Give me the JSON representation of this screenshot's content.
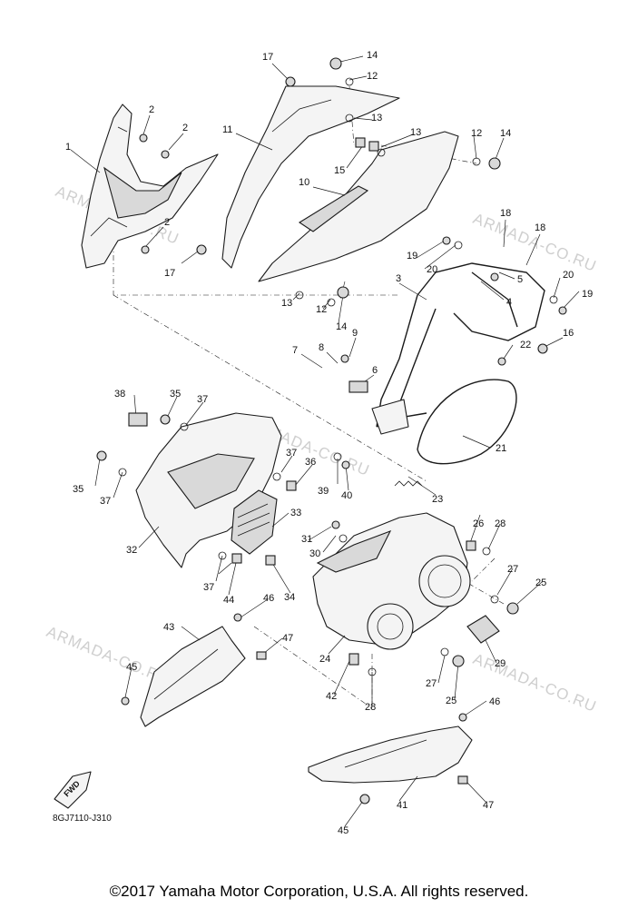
{
  "watermark": "ARMADA-CO.RU",
  "diagram_code": "8GJ7110-J310",
  "fwd_label": "FWD",
  "copyright": "©2017 Yamaha Motor Corporation, U.S.A. All rights reserved.",
  "callouts": [
    {
      "id": "c-1",
      "text": "1"
    },
    {
      "id": "c-2a",
      "text": "2"
    },
    {
      "id": "c-2b",
      "text": "2"
    },
    {
      "id": "c-2c",
      "text": "2"
    },
    {
      "id": "c-3",
      "text": "3"
    },
    {
      "id": "c-4",
      "text": "4"
    },
    {
      "id": "c-5",
      "text": "5"
    },
    {
      "id": "c-6",
      "text": "6"
    },
    {
      "id": "c-7",
      "text": "7"
    },
    {
      "id": "c-8",
      "text": "8"
    },
    {
      "id": "c-9",
      "text": "9"
    },
    {
      "id": "c-10",
      "text": "10"
    },
    {
      "id": "c-11",
      "text": "11"
    },
    {
      "id": "c-12a",
      "text": "12"
    },
    {
      "id": "c-12b",
      "text": "12"
    },
    {
      "id": "c-12c",
      "text": "12"
    },
    {
      "id": "c-13a",
      "text": "13"
    },
    {
      "id": "c-13b",
      "text": "13"
    },
    {
      "id": "c-13c",
      "text": "13"
    },
    {
      "id": "c-14a",
      "text": "14"
    },
    {
      "id": "c-14b",
      "text": "14"
    },
    {
      "id": "c-14c",
      "text": "14"
    },
    {
      "id": "c-15",
      "text": "15"
    },
    {
      "id": "c-16",
      "text": "16"
    },
    {
      "id": "c-17a",
      "text": "17"
    },
    {
      "id": "c-17b",
      "text": "17"
    },
    {
      "id": "c-18a",
      "text": "18"
    },
    {
      "id": "c-18b",
      "text": "18"
    },
    {
      "id": "c-19a",
      "text": "19"
    },
    {
      "id": "c-19b",
      "text": "19"
    },
    {
      "id": "c-20a",
      "text": "20"
    },
    {
      "id": "c-20b",
      "text": "20"
    },
    {
      "id": "c-21",
      "text": "21"
    },
    {
      "id": "c-22",
      "text": "22"
    },
    {
      "id": "c-23",
      "text": "23"
    },
    {
      "id": "c-24",
      "text": "24"
    },
    {
      "id": "c-25a",
      "text": "25"
    },
    {
      "id": "c-25b",
      "text": "25"
    },
    {
      "id": "c-26",
      "text": "26"
    },
    {
      "id": "c-27a",
      "text": "27"
    },
    {
      "id": "c-27b",
      "text": "27"
    },
    {
      "id": "c-28a",
      "text": "28"
    },
    {
      "id": "c-28b",
      "text": "28"
    },
    {
      "id": "c-29",
      "text": "29"
    },
    {
      "id": "c-30",
      "text": "30"
    },
    {
      "id": "c-31",
      "text": "31"
    },
    {
      "id": "c-32",
      "text": "32"
    },
    {
      "id": "c-33",
      "text": "33"
    },
    {
      "id": "c-34",
      "text": "34"
    },
    {
      "id": "c-35a",
      "text": "35"
    },
    {
      "id": "c-35b",
      "text": "35"
    },
    {
      "id": "c-36",
      "text": "36"
    },
    {
      "id": "c-37a",
      "text": "37"
    },
    {
      "id": "c-37b",
      "text": "37"
    },
    {
      "id": "c-37c",
      "text": "37"
    },
    {
      "id": "c-37d",
      "text": "37"
    },
    {
      "id": "c-38",
      "text": "38"
    },
    {
      "id": "c-39",
      "text": "39"
    },
    {
      "id": "c-40",
      "text": "40"
    },
    {
      "id": "c-41",
      "text": "41"
    },
    {
      "id": "c-42",
      "text": "42"
    },
    {
      "id": "c-43",
      "text": "43"
    },
    {
      "id": "c-44",
      "text": "44"
    },
    {
      "id": "c-45a",
      "text": "45"
    },
    {
      "id": "c-45b",
      "text": "45"
    },
    {
      "id": "c-46a",
      "text": "46"
    },
    {
      "id": "c-46b",
      "text": "46"
    },
    {
      "id": "c-47a",
      "text": "47"
    },
    {
      "id": "c-47b",
      "text": "47"
    }
  ]
}
